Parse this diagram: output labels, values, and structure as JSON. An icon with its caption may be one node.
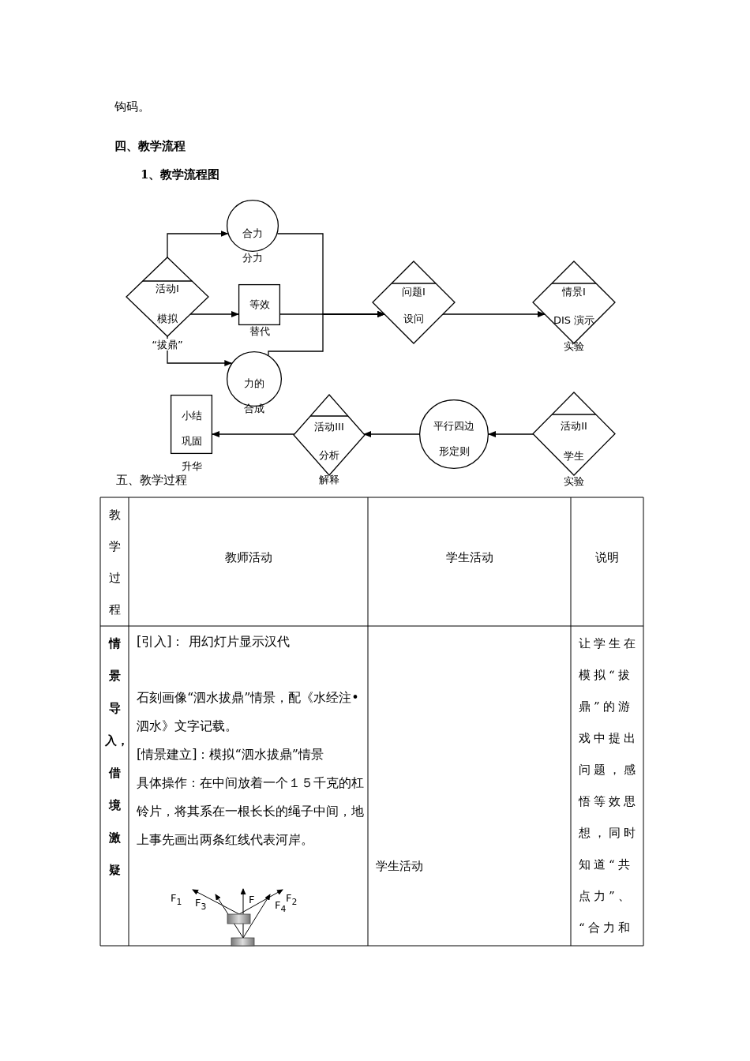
{
  "diagram": {
    "title": "1、教学流程图",
    "nodes": [
      {
        "text": [
          "活动I",
          "模拟“拔鼎”"
        ]
      },
      {
        "text": [
          "合力分力"
        ]
      },
      {
        "text": [
          "等效替代"
        ]
      },
      {
        "text": [
          "力的合成"
        ]
      },
      {
        "text": [
          "问题I",
          "设问"
        ]
      },
      {
        "text": [
          "情景I",
          "DIS 演示实验"
        ]
      },
      {
        "text": [
          "活动II",
          "学生实验"
        ]
      },
      {
        "text": [
          "平行四边形定则"
        ]
      },
      {
        "text": [
          "活动III",
          "分析解释"
        ]
      },
      {
        "text": [
          "小结巩固升华"
        ]
      }
    ],
    "edges": [
      {
        "from": 0,
        "to": 1,
        "arrow": "to"
      },
      {
        "from": 0,
        "to": 2,
        "arrow": "to"
      },
      {
        "from": 0,
        "to": 3,
        "arrow": "to"
      },
      {
        "from": 1,
        "to": 4,
        "arrow": "to"
      },
      {
        "from": 2,
        "to": 4,
        "arrow": "to"
      },
      {
        "from": 3,
        "to": 4,
        "arrow": "to"
      },
      {
        "from": 4,
        "to": 5,
        "arrow": "to"
      },
      {
        "from": 6,
        "to": 7,
        "arrow": "to"
      },
      {
        "from": 7,
        "to": 8,
        "arrow": "to"
      },
      {
        "from": 8,
        "to": 9,
        "arrow": "to"
      }
    ],
    "labels": [
      "钩码。",
      "四、教学流程",
      "五、教学过程",
      "教学过程",
      "教师活动",
      "学生活动",
      "说明",
      "情景导入，借境激疑",
      "[引入]： 用幻灯片显示汉代",
      "石刻画像“泗水拔鼎”情景，配《水经注•泗水》文字记载。",
      "[情景建立]：模拟“泗水拔鼎”情景",
      "具体操作：在中间放着一个１５千克的杠铃片，将其系在一根长长的绳子中间，地上事先画出两条红线代表河岸。",
      "F$_{1}$",
      "F$_{3}$",
      "F",
      "F$_{4}$",
      "F$_{2}$",
      "学生活动",
      "让学生在模拟“拔鼎”的游戏中提出问题，感悟等效思想，同时知道“共点力”、“合力和"
    ]
  }
}
